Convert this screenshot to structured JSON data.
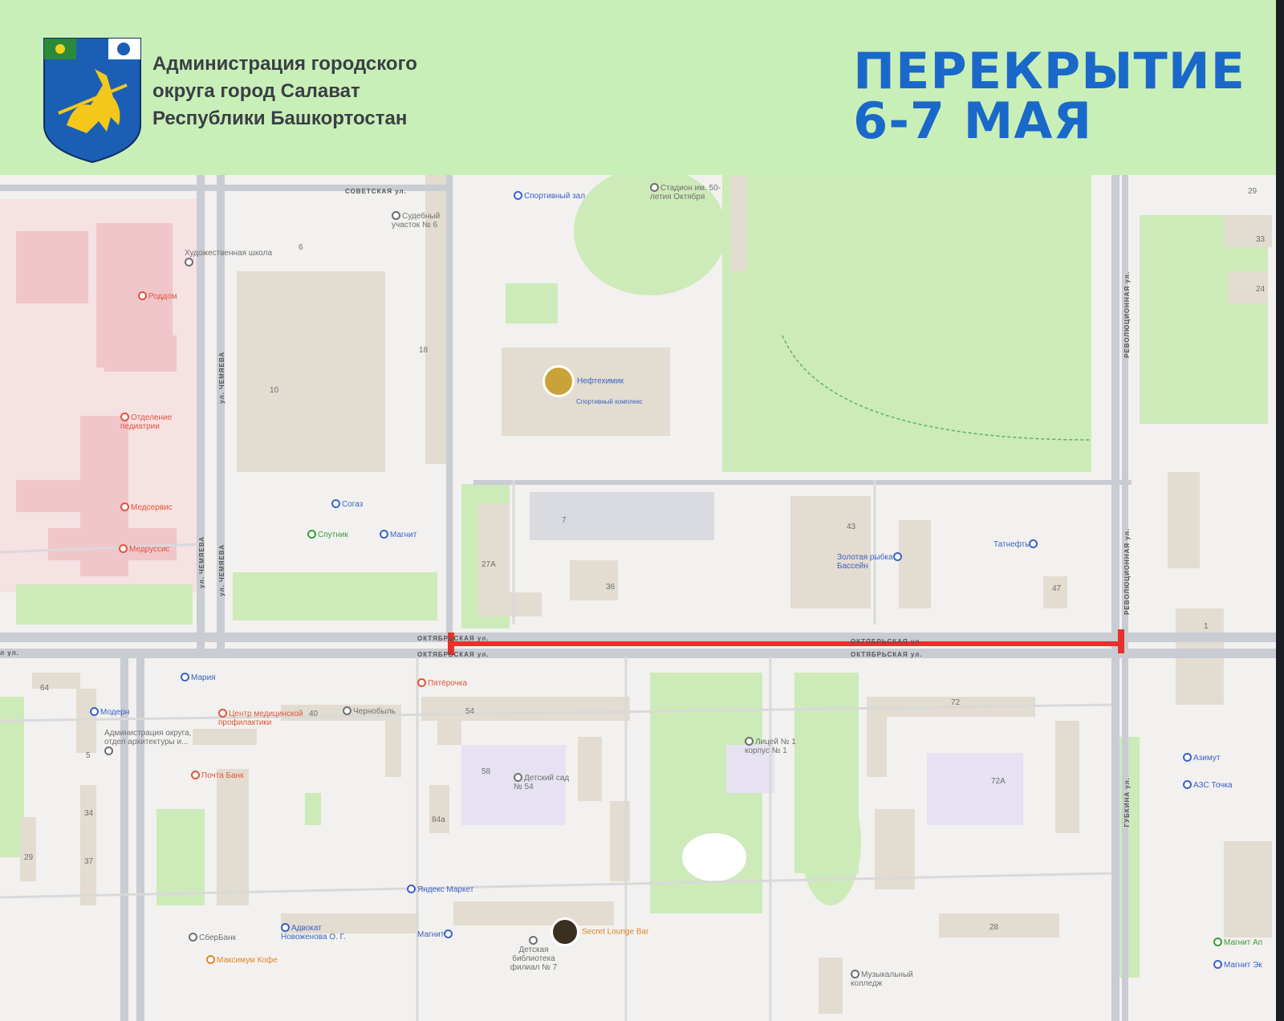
{
  "header": {
    "org_lines": [
      "Администрация городского",
      "округа город Салават",
      "Республики Башкортостан"
    ],
    "headline": [
      "ПЕРЕКРЫТИЕ",
      "6-7 МАЯ"
    ],
    "coat_of_arms_icon": "salavat-coat-of-arms-icon"
  },
  "colors": {
    "header_bg": "#c9efb8",
    "headline": "#1a68c9",
    "closure_line": "#e8312a",
    "road": "#c9ccd3",
    "park": "#cdeab9"
  },
  "map": {
    "closure": {
      "description_streets": [
        "ОКТЯБРЬСКАЯ ул.",
        "ОКТЯБРЬСКАЯ ул."
      ]
    },
    "streets": {
      "sovetskaya": "СОВЕТСКАЯ ул.",
      "oktyabrskaya_1": "ОКТЯБРЬСКАЯ ул.",
      "oktyabrskaya_2": "ОКТЯБРЬСКАЯ ул.",
      "oktyabrskaya_3": "ОКТЯБРЬСКАЯ ул.",
      "oktyabrskaya_4": "ОКТЯБРЬСКАЯ ул.",
      "revolyutsionnaya_1": "РЕВОЛЮЦИОННАЯ ул.",
      "revolyutsionnaya_2": "РЕВОЛЮЦИОННАЯ ул.",
      "chernyaeva_1": "ул. ЧЕМЯЕВА",
      "chernyaeva_2": "ул. ЧЕМЯЕВА",
      "chernyaeva_3": "ул. ЧЕМЯЕВА",
      "gubkina": "ГУБКИНА ул.",
      "left_ul": "л ул."
    },
    "pois": {
      "sport_hall": "Спортивный зал",
      "stadium": "Стадион им. 50-летия Октября",
      "court": "Судебный участок № 6",
      "art_school": "Художественная школа",
      "roddom": "Роддом",
      "neftekhimik": "Нефтехимик",
      "neftekhimik_desc": "Спортивный комплекс",
      "pediatrics": "Отделение педиатрии",
      "medservis": "Медсервис",
      "sogaz": "Согаз",
      "sputnik": "Спутник",
      "magnit_top": "Магнит",
      "medrussis": "Медруссис",
      "zolotaya_rybka": "Золотая рыбка",
      "zolotaya_rybka_desc": "Бассейн",
      "tatneft": "Татнефть",
      "maria": "Мария",
      "modern": "Модерн",
      "pyaterochka": "Пятёрочка",
      "admin_office": "Администрация округа, отдел архитектуры и...",
      "medcenter": "Центр медицинской профилактики",
      "chernobyl": "Чернобыль",
      "pochta": "Почта Банк",
      "kindergarten": "Детский сад № 54",
      "lyceum": "Лицей № 1 корпус № 1",
      "azimut": "Азимут",
      "azs": "АЗС Точка",
      "yandex_market": "Яндекс Маркет",
      "sberbank": "СберБанк",
      "lawyer": "Адвокат Новоженова О. Г.",
      "magnit_bottom": "Магнит",
      "lounge": "Secret Lounge Bar",
      "library": "Детская библиотека филиал № 7",
      "maximum": "Максимум Кофе",
      "music_college": "Музыкальный колледж",
      "magnit_right": "Магнит Ап",
      "magnit_right2": "Магнит Эк"
    },
    "house_numbers": [
      "6",
      "10",
      "18",
      "27А",
      "7",
      "36",
      "43",
      "47",
      "54",
      "40",
      "64",
      "58",
      "84а",
      "72",
      "72А",
      "28",
      "29",
      "33",
      "24",
      "5",
      "34",
      "29",
      "37",
      "1"
    ]
  }
}
